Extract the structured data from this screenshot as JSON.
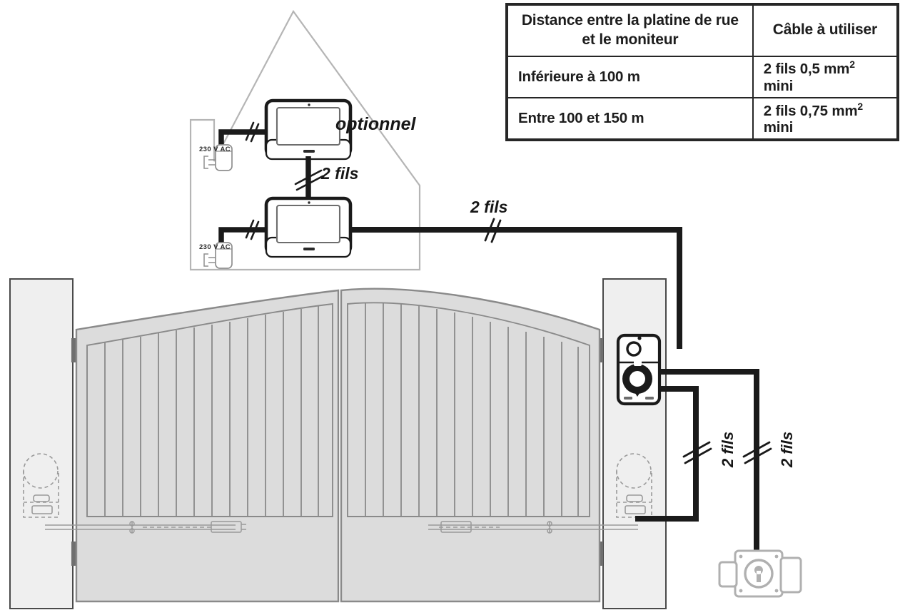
{
  "document": {
    "kind": "wiring-diagram",
    "subject": "Installation visiophone 2 fils avec portail motorise"
  },
  "spec_table": {
    "headers": [
      "Distance entre la platine de rue et le moniteur",
      "Câble à utiliser"
    ],
    "rows": [
      {
        "distance": "Inférieure à 100 m",
        "cable_prefix": "2 fils 0,5 mm",
        "cable_sup": "2",
        "cable_suffix": " mini"
      },
      {
        "distance": "Entre 100 et 150 m",
        "cable_prefix": "2 fils 0,75 mm",
        "cable_sup": "2",
        "cable_suffix": " mini"
      }
    ]
  },
  "labels": {
    "optionnel": "optionnel",
    "two_wires_house": "2 fils",
    "two_wires_main": "2 fils",
    "two_wires_gate": "2 fils",
    "two_wires_controller": "2 fils",
    "mains_top": "230 V AC",
    "mains_bottom": "230 V AC"
  },
  "components": {
    "house": "house-outline",
    "monitor_optional": "indoor-monitor-optional",
    "monitor_main": "indoor-monitor-main",
    "power_supply_top": "plug-adapter",
    "power_supply_bottom": "plug-adapter",
    "door_station": "street-panel-camera-intercom",
    "gate_left_leaf": "gate-leaf-left",
    "gate_right_leaf": "gate-leaf-right",
    "pillar_left": "pillar-left",
    "pillar_right": "pillar-right",
    "motor_left": "underground-gate-motor-left",
    "motor_right": "underground-gate-motor-right",
    "control_unit": "gate-control-unit"
  },
  "colors": {
    "cable": "#1a1a1a",
    "outline_light": "#b5b5b5",
    "pillar_fill": "#efefef",
    "gate_fill": "#dcdcdc",
    "gate_stroke": "#8a8a8a",
    "table_border": "#262626",
    "text": "#1a1a1a"
  }
}
